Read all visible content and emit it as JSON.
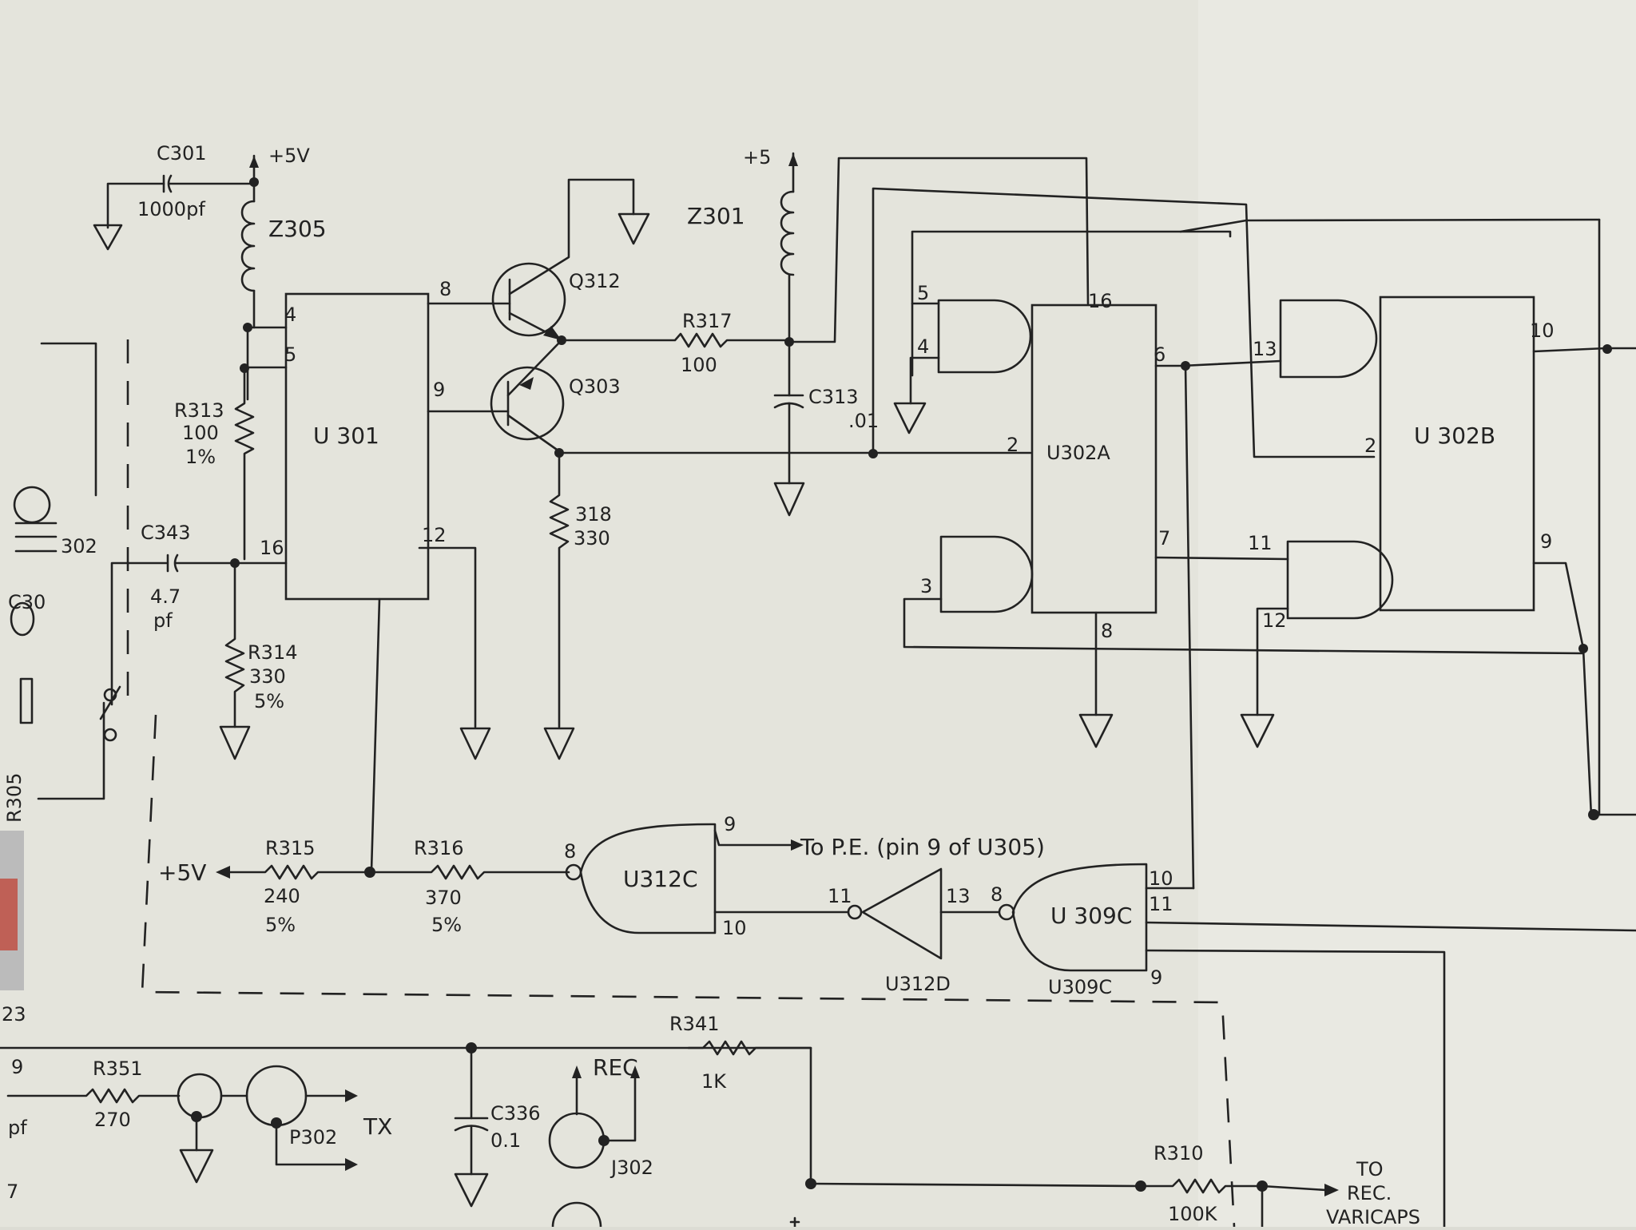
{
  "ic_labels": {
    "u301": "U 301",
    "u302a": "U302A",
    "u302b": "U 302B",
    "u312c": "U312C",
    "u309c": "U 309C",
    "u312d": "U312D",
    "u309c_sub": "U309C"
  },
  "components": {
    "c301": "C301",
    "c301_val": "1000pf",
    "z305": "Z305",
    "r313": "R313",
    "r313_val": "100",
    "r313_tol": "1%",
    "c343": "C343",
    "c343_val": "4.7",
    "c343_unit": "pf",
    "r314": "R314",
    "r314_val": "330",
    "r314_tol": "5%",
    "q312": "Q312",
    "q303": "Q303",
    "r318": "318",
    "r318_val": "330",
    "r317": "R317",
    "r317_val": "100",
    "z301": "Z301",
    "c313": "C313",
    "c313_val": ".01",
    "r315": "R315",
    "r315_val": "240",
    "r315_tol": "5%",
    "r316": "R316",
    "r316_val": "370",
    "r316_tol": "5%",
    "r351": "R351",
    "r351_val": "270",
    "p302": "P302",
    "tx": "TX",
    "c336": "C336",
    "c336_val": "0.1",
    "rec": "REC",
    "j302": "J302",
    "r341": "R341",
    "r341_val": "1K",
    "r310": "R310",
    "r310_val": "100K",
    "r305": "R305",
    "c30x": "C30",
    "p302_left": "302"
  },
  "supplies": {
    "plus5v_top": "+5V",
    "plus5_top": "+5",
    "plus5v_left": "+5V"
  },
  "pins": {
    "u301_4": "4",
    "u301_5": "5",
    "u301_16": "16",
    "u301_8": "8",
    "u301_9": "9",
    "u301_12": "12",
    "u302a_5": "5",
    "u302a_4": "4",
    "u302a_16": "16",
    "u302a_6": "6",
    "u302a_2": "2",
    "u302a_3": "3",
    "u302a_7": "7",
    "u302a_8": "8",
    "u302b_13": "13",
    "u302b_10": "10",
    "u302b_2": "2",
    "u302b_11": "11",
    "u302b_9": "9",
    "u302b_12": "12",
    "u312c_9": "9",
    "u312c_8": "8",
    "u312c_10": "10",
    "u312d_11": "11",
    "u312d_13": "13",
    "u309c_8": "8",
    "u309c_10": "10",
    "u309c_11": "11",
    "u309c_9": "9",
    "left_9": "9"
  },
  "annotations": {
    "to_pe": "To P.E. (pin 9 of U305)",
    "to_rec_1": "TO",
    "to_rec_2": "REC.",
    "to_rec_3": "VARICAPS",
    "left_pf": "pf",
    "left_23": "23",
    "left_7": "7"
  }
}
